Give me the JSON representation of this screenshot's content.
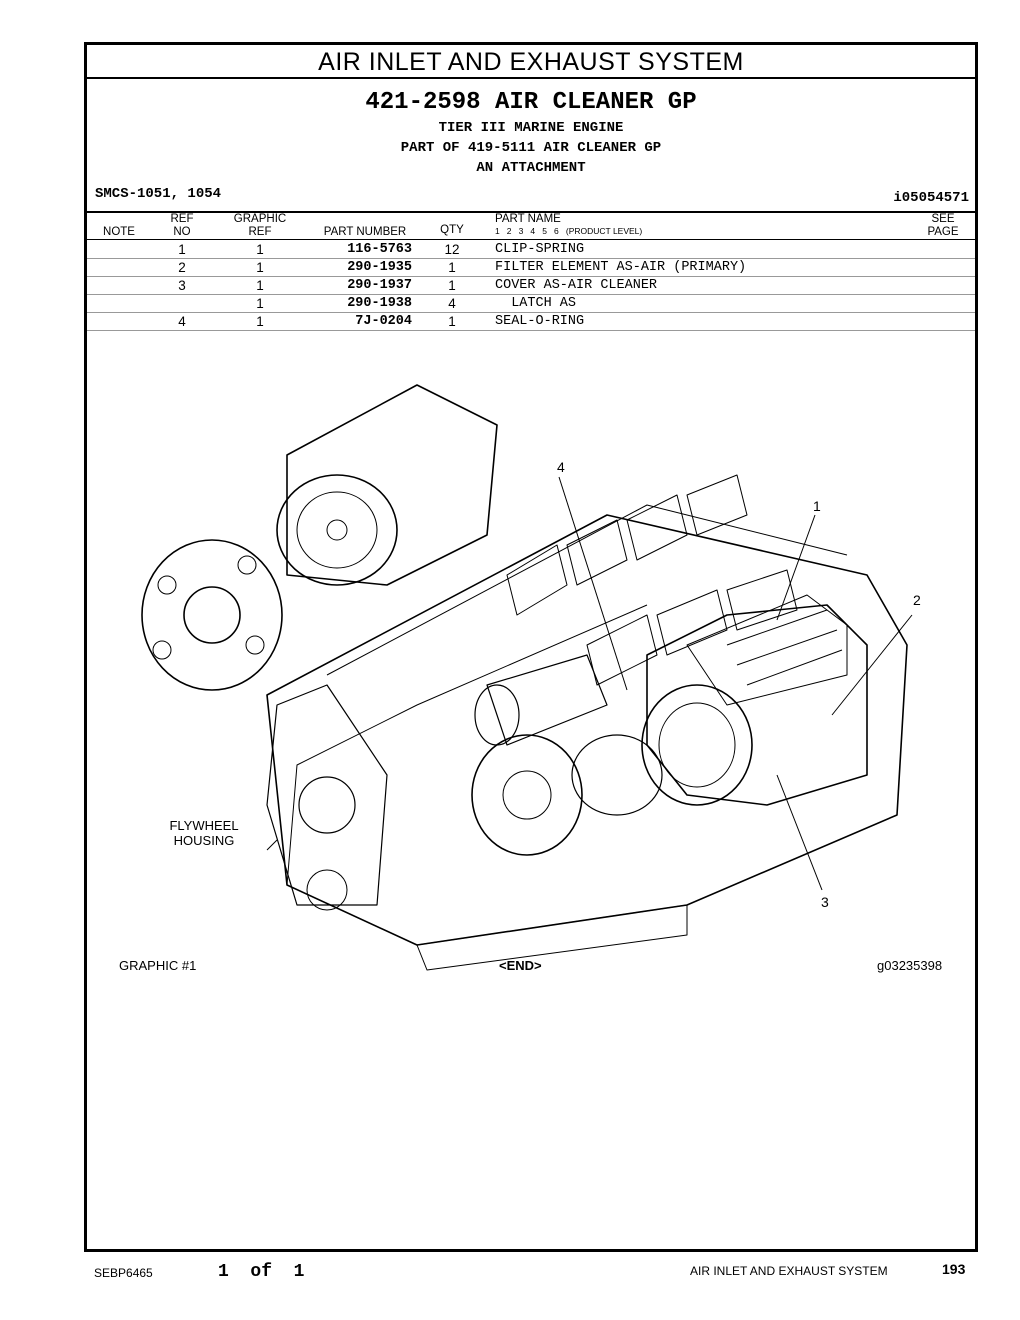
{
  "system_title": "AIR INLET AND EXHAUST SYSTEM",
  "group": {
    "title": "421-2598  AIR CLEANER GP",
    "sub1": "TIER III MARINE ENGINE",
    "sub2": "PART OF 419-5111 AIR CLEANER GP",
    "sub3": "AN ATTACHMENT"
  },
  "smcs": "SMCS-1051, 1054",
  "illustration_id": "i05054571",
  "columns": {
    "note": "NOTE",
    "ref_top": "REF",
    "ref_bottom": "NO",
    "graphic_top": "GRAPHIC",
    "graphic_bottom": "REF",
    "part_number": "PART NUMBER",
    "qty": "QTY",
    "part_name": "PART  NAME",
    "levels": "1   2   3   4   5   6   (PRODUCT LEVEL)",
    "see_top": "SEE",
    "see_bottom": "PAGE"
  },
  "parts": [
    {
      "ref": "1",
      "graphic": "1",
      "part_number": "116-5763",
      "qty": "12",
      "name": "CLIP-SPRING"
    },
    {
      "ref": "2",
      "graphic": "1",
      "part_number": "290-1935",
      "qty": "1",
      "name": "FILTER ELEMENT AS-AIR (PRIMARY)"
    },
    {
      "ref": "3",
      "graphic": "1",
      "part_number": "290-1937",
      "qty": "1",
      "name": "COVER AS-AIR CLEANER"
    },
    {
      "ref": "",
      "graphic": "1",
      "part_number": "290-1938",
      "qty": "4",
      "name": "  LATCH AS"
    },
    {
      "ref": "4",
      "graphic": "1",
      "part_number": "7J-0204",
      "qty": "1",
      "name": "SEAL-O-RING"
    }
  ],
  "callouts": [
    "1",
    "2",
    "3",
    "4"
  ],
  "flywheel_label_1": "FLYWHEEL",
  "flywheel_label_2": "HOUSING",
  "graphic_label": "GRAPHIC #1",
  "end_label": "<END>",
  "graphic_id": "g03235398",
  "footer": {
    "doc_id": "SEBP6465",
    "page_of": "1  of  1",
    "section": "AIR INLET AND EXHAUST SYSTEM",
    "page_number": "193"
  }
}
